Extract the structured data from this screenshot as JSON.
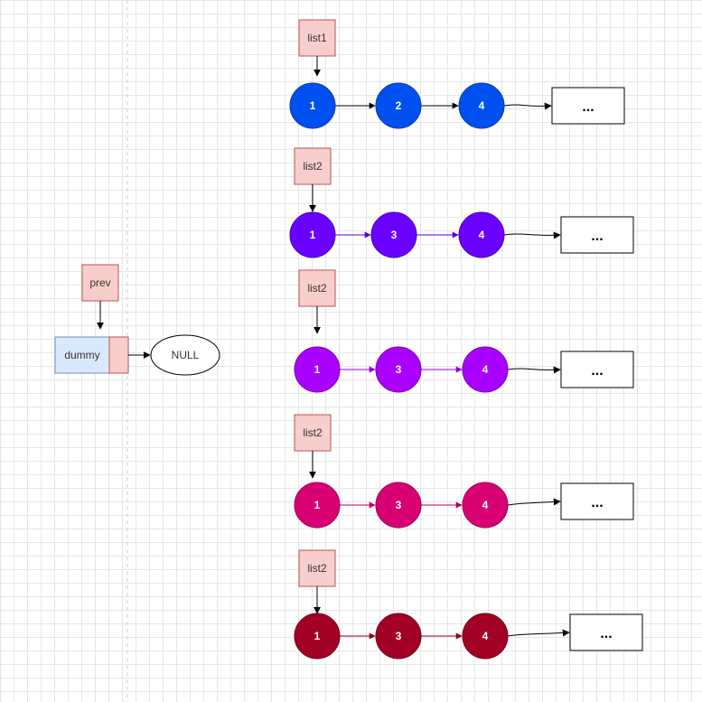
{
  "pointers": {
    "prev": "prev",
    "list1": "list1",
    "list2_a": "list2",
    "list2_b": "list2",
    "list2_c": "list2",
    "list2_d": "list2"
  },
  "dummy": {
    "label": "dummy"
  },
  "null_node": {
    "label": "NULL"
  },
  "rows": [
    {
      "nodes": [
        "1",
        "2",
        "4"
      ],
      "tail": "...",
      "color": "#0050EF"
    },
    {
      "nodes": [
        "1",
        "3",
        "4"
      ],
      "tail": "...",
      "color": "#6A00FF"
    },
    {
      "nodes": [
        "1",
        "3",
        "4"
      ],
      "tail": "...",
      "color": "#AA00FF"
    },
    {
      "nodes": [
        "1",
        "3",
        "4"
      ],
      "tail": "...",
      "color": "#D80073"
    },
    {
      "nodes": [
        "1",
        "3",
        "4"
      ],
      "tail": "...",
      "color": "#A20025"
    }
  ],
  "colors": {
    "pointer_fill": "#F8CECC",
    "pointer_stroke": "#B85450",
    "dummy_fill": "#DAE8FC",
    "dummy_stroke": "#6C8EBF",
    "divider": "#CCCCCC"
  }
}
